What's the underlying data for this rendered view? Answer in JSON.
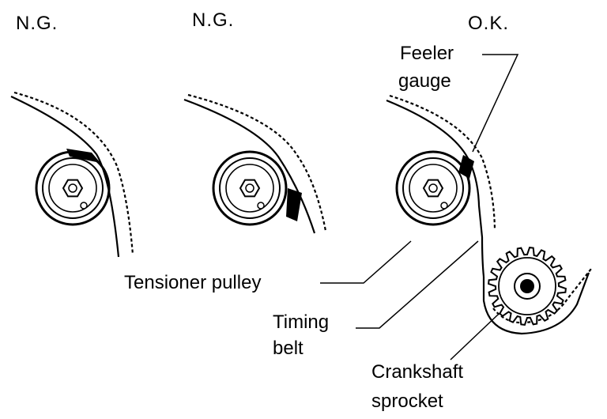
{
  "headings": {
    "ng_1": "N.G.",
    "ng_2": "N.G.",
    "ok": "O.K."
  },
  "labels": {
    "feeler_line1": "Feeler",
    "feeler_line2": "gauge",
    "tensioner_pulley": "Tensioner pulley",
    "timing_line1": "Timing",
    "timing_line2": "belt",
    "crank_line1": "Crankshaft",
    "crank_line2": "sprocket"
  },
  "colors": {
    "ink": "#000000",
    "paper": "#ffffff"
  }
}
